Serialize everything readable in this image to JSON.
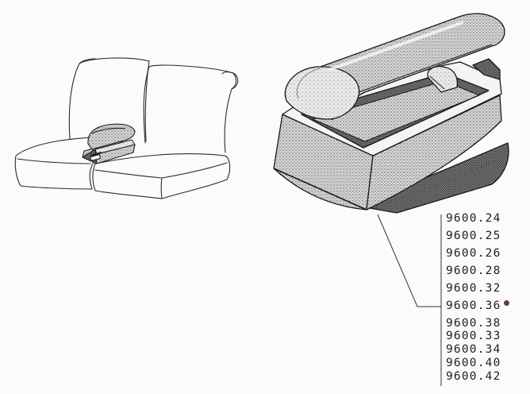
{
  "part_numbers": [
    {
      "code": "9600.24",
      "marked": false
    },
    {
      "code": "9600.25",
      "marked": false
    },
    {
      "code": "9600.26",
      "marked": false
    },
    {
      "code": "9600.28",
      "marked": false
    },
    {
      "code": "9600.32",
      "marked": false
    },
    {
      "code": "9600.36",
      "marked": true
    },
    {
      "code": "9600.38",
      "marked": false
    },
    {
      "code": "9600.33",
      "marked": false
    },
    {
      "code": "9600.34",
      "marked": false
    },
    {
      "code": "9600.40",
      "marked": false
    },
    {
      "code": "9600.42",
      "marked": false
    }
  ],
  "colors": {
    "ink": "#2a2a2a",
    "marker_dot": "#6e3a3a"
  }
}
